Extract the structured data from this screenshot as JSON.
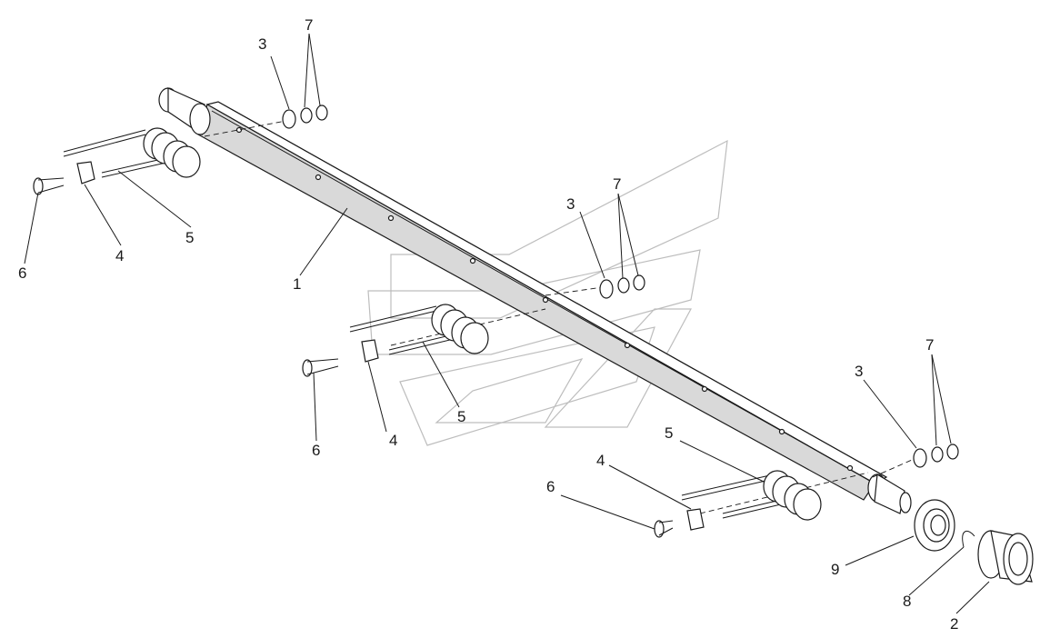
{
  "diagram": {
    "callouts": {
      "c1": "1",
      "c2": "2",
      "c3a": "3",
      "c3b": "3",
      "c3c": "3",
      "c4a": "4",
      "c4b": "4",
      "c4c": "4",
      "c5a": "5",
      "c5b": "5",
      "c5c": "5",
      "c6a": "6",
      "c6b": "6",
      "c6c": "6",
      "c7a": "7",
      "c7b": "7",
      "c7c": "7",
      "c8": "8",
      "c9": "9"
    }
  }
}
